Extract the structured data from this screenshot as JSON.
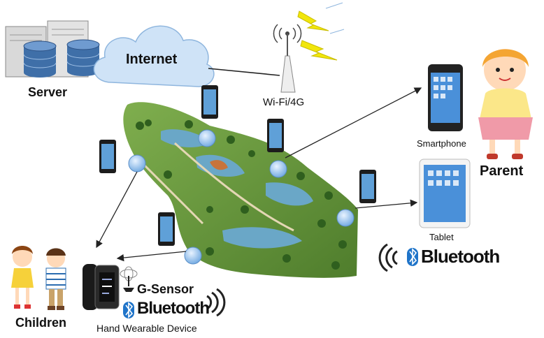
{
  "labels": {
    "server": "Server",
    "internet": "Internet",
    "wifi": "Wi-Fi/4G",
    "smartphone": "Smartphone",
    "parent": "Parent",
    "tablet": "Tablet",
    "children": "Children",
    "gsensor": "G-Sensor",
    "bluetooth_device": "Bluetooth",
    "bluetooth_tablet": "Bluetooth",
    "wearable": "Hand Wearable Device"
  },
  "colors": {
    "cloud": "#cfe3f7",
    "bluetooth_badge": "#1f74c9",
    "server_body": "#d9d9d9",
    "db": "#3f6fa8",
    "park_green": "#5f8f3a",
    "water": "#6aa7c7",
    "lightning": "#f1e60b",
    "beacon": "#9fc7ee"
  },
  "icons": [
    "server-icon",
    "database-icon",
    "cloud-icon",
    "wifi-tower-icon",
    "lightning-icon",
    "phone-icon",
    "tablet-icon",
    "beacon-icon",
    "child-icon",
    "parent-icon",
    "watch-icon",
    "bluetooth-icon",
    "signal-wave-icon",
    "sensor-icon"
  ]
}
